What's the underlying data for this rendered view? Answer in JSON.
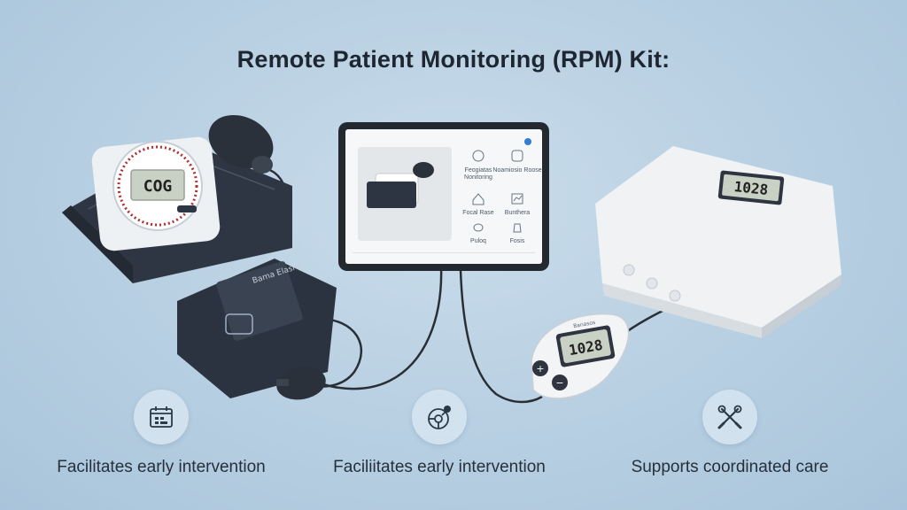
{
  "title": "Remote Patient Monitoring (RPM) Kit:",
  "devices": {
    "bp_monitor_display": "COG",
    "scale_display": "1028",
    "glucometer_display": "1028",
    "glucometer_brand": "Banasos",
    "cuff_label": "Bama Elasra"
  },
  "tablet": {
    "tiles": [
      {
        "label": "Feogiatas Nonitoring",
        "icon": "heart-icon"
      },
      {
        "label": "Noamiosio Roose",
        "icon": "lungs-icon"
      },
      {
        "label": "Focal Rase",
        "icon": "home-icon"
      },
      {
        "label": "Bunthera",
        "icon": "chart-icon"
      },
      {
        "label": "Puloq",
        "icon": "pill-icon"
      },
      {
        "label": "Fosis",
        "icon": "bottle-icon"
      }
    ]
  },
  "features": [
    {
      "label": "Facilitates early intervention",
      "icon": "calendar-chart-icon"
    },
    {
      "label": "Faciliitates early intervention",
      "icon": "network-icon"
    },
    {
      "label": "Supports coordinated care",
      "icon": "tools-icon"
    }
  ],
  "colors": {
    "background": "#b7cfe2",
    "title": "#1d2631",
    "device_dark": "#2c3440",
    "device_light": "#f4f6f8",
    "lcd": "#c9d1c5",
    "accent_blue": "#2f7fd6"
  }
}
